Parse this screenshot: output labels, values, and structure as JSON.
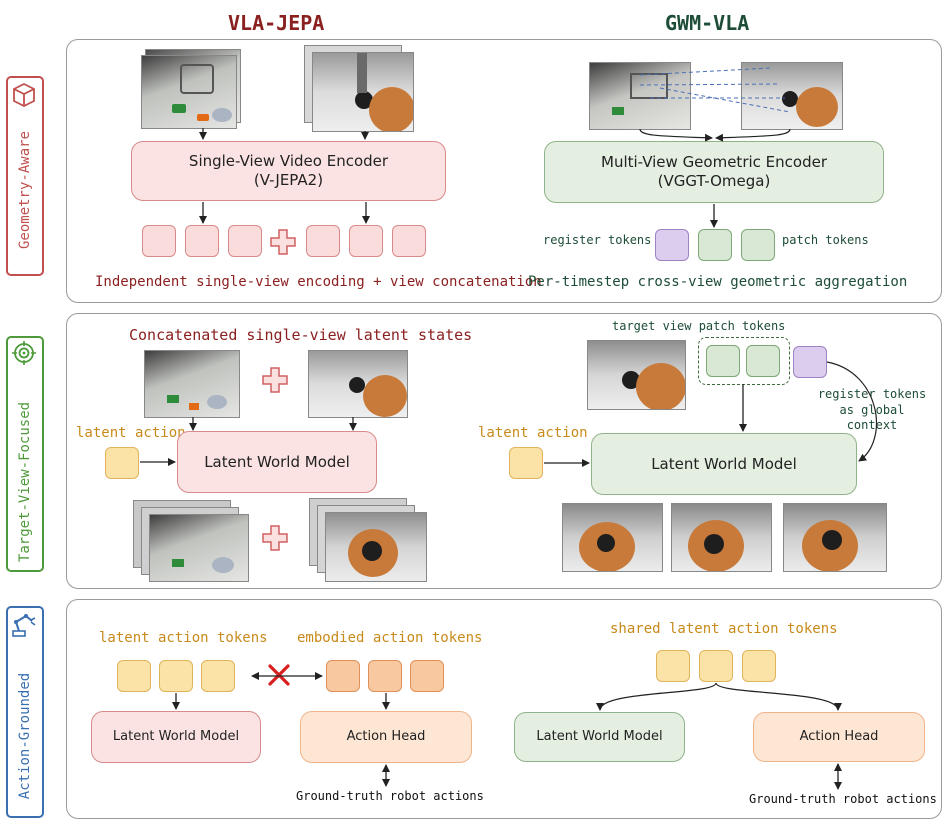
{
  "headers": {
    "left": "VLA-JEPA",
    "right": "GWM-VLA"
  },
  "side_labels": {
    "geometry": "Geometry-Aware",
    "target": "Target-View-Focused",
    "action": "Action-Grounded"
  },
  "geometry": {
    "left_encoder": "Single-View Video Encoder",
    "left_encoder_sub": "(V-JEPA2)",
    "left_caption": "Independent single-view encoding + view concatenation",
    "right_encoder": "Multi-View Geometric Encoder",
    "right_encoder_sub": "(VGGT-Omega)",
    "register_tokens": "register tokens",
    "patch_tokens": "patch tokens",
    "right_caption": "Per-timestep cross-view geometric aggregation"
  },
  "target": {
    "left_title": "Concatenated single-view latent states",
    "latent_action_left": "latent action",
    "left_world_model": "Latent World Model",
    "target_patch_tokens": "target view patch tokens",
    "register_global": "register tokens as global context",
    "latent_action_right": "latent action",
    "right_world_model": "Latent World Model"
  },
  "action": {
    "latent_action_tokens": "latent action tokens",
    "embodied_action_tokens": "embodied action tokens",
    "left_world_model": "Latent World Model",
    "left_action_head": "Action Head",
    "left_ground_truth": "Ground-truth robot actions",
    "shared_tokens": "shared latent action tokens",
    "right_world_model": "Latent World Model",
    "right_action_head": "Action Head",
    "right_ground_truth": "Ground-truth robot actions"
  },
  "colors": {
    "vla_red": "#8b2020",
    "gwm_green": "#1d4d36",
    "geometry_side": "#c0504d",
    "target_side": "#4e9a3a",
    "action_side": "#3a6fb0",
    "orange_text": "#c88a1a"
  },
  "icons": {
    "geometry": "cube-icon",
    "target": "target-icon",
    "action": "robot-arm-icon",
    "cross": "red-x-icon"
  }
}
